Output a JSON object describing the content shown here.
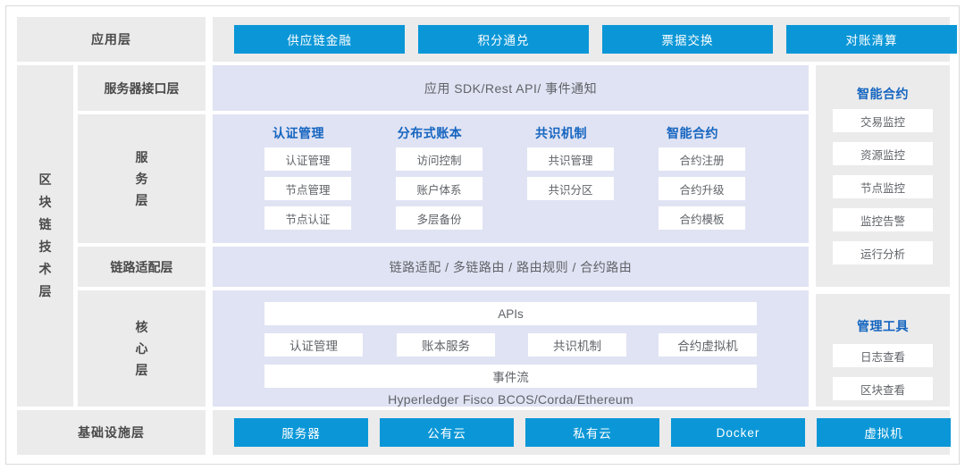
{
  "colors": {
    "tile_blue": "#0b97d7",
    "panel_gray": "#ebebeb",
    "content_lavender": "#e0e3f3",
    "heading_blue": "#1565c0",
    "body_gray": "#5f6368",
    "label_gray": "#4a4a4a",
    "frame_border": "#d9d9d9"
  },
  "application_layer": {
    "label": "应用层",
    "tiles": [
      {
        "label": "供应链金融"
      },
      {
        "label": "积分通兑"
      },
      {
        "label": "票据交换"
      },
      {
        "label": "对账清算"
      }
    ]
  },
  "spine": {
    "label": "区块链技术层",
    "chars": [
      "区",
      "块",
      "链",
      "技",
      "术",
      "层"
    ]
  },
  "layers": [
    {
      "name": "服务器接口层",
      "name_chars": null,
      "content_type": "text",
      "content_text": "应用 SDK/Rest API/ 事件通知"
    },
    {
      "name": "服务层",
      "name_chars": [
        "服",
        "务",
        "层"
      ],
      "content_type": "columns",
      "columns": [
        {
          "title": "认证管理",
          "items": [
            "认证管理",
            "节点管理",
            "节点认证"
          ]
        },
        {
          "title": "分布式账本",
          "items": [
            "访问控制",
            "账户体系",
            "多层备份"
          ]
        },
        {
          "title": "共识机制",
          "items": [
            "共识管理",
            "共识分区"
          ]
        },
        {
          "title": "智能合约",
          "items": [
            "合约注册",
            "合约升级",
            "合约模板"
          ]
        }
      ]
    },
    {
      "name": "链路适配层",
      "name_chars": null,
      "content_type": "text",
      "content_text": "链路适配 / 多链路由 / 路由规则 / 合约路由"
    },
    {
      "name": "核心层",
      "name_chars": [
        "核",
        "心",
        "层"
      ],
      "content_type": "core",
      "core": {
        "api_bar": "APIs",
        "services": [
          "认证管理",
          "账本服务",
          "共识机制",
          "合约虚拟机"
        ],
        "event_bar": "事件流",
        "footer": "Hyperledger Fisco BCOS/Corda/Ethereum"
      }
    }
  ],
  "side_panels": [
    {
      "title": "智能合约",
      "items": [
        "交易监控",
        "资源监控",
        "节点监控",
        "监控告警",
        "运行分析"
      ]
    },
    {
      "title": "管理工具",
      "items": [
        "日志查看",
        "区块查看"
      ]
    }
  ],
  "infrastructure_layer": {
    "label": "基础设施层",
    "tiles": [
      {
        "label": "服务器"
      },
      {
        "label": "公有云"
      },
      {
        "label": "私有云"
      },
      {
        "label": "Docker"
      },
      {
        "label": "虚拟机"
      }
    ]
  }
}
